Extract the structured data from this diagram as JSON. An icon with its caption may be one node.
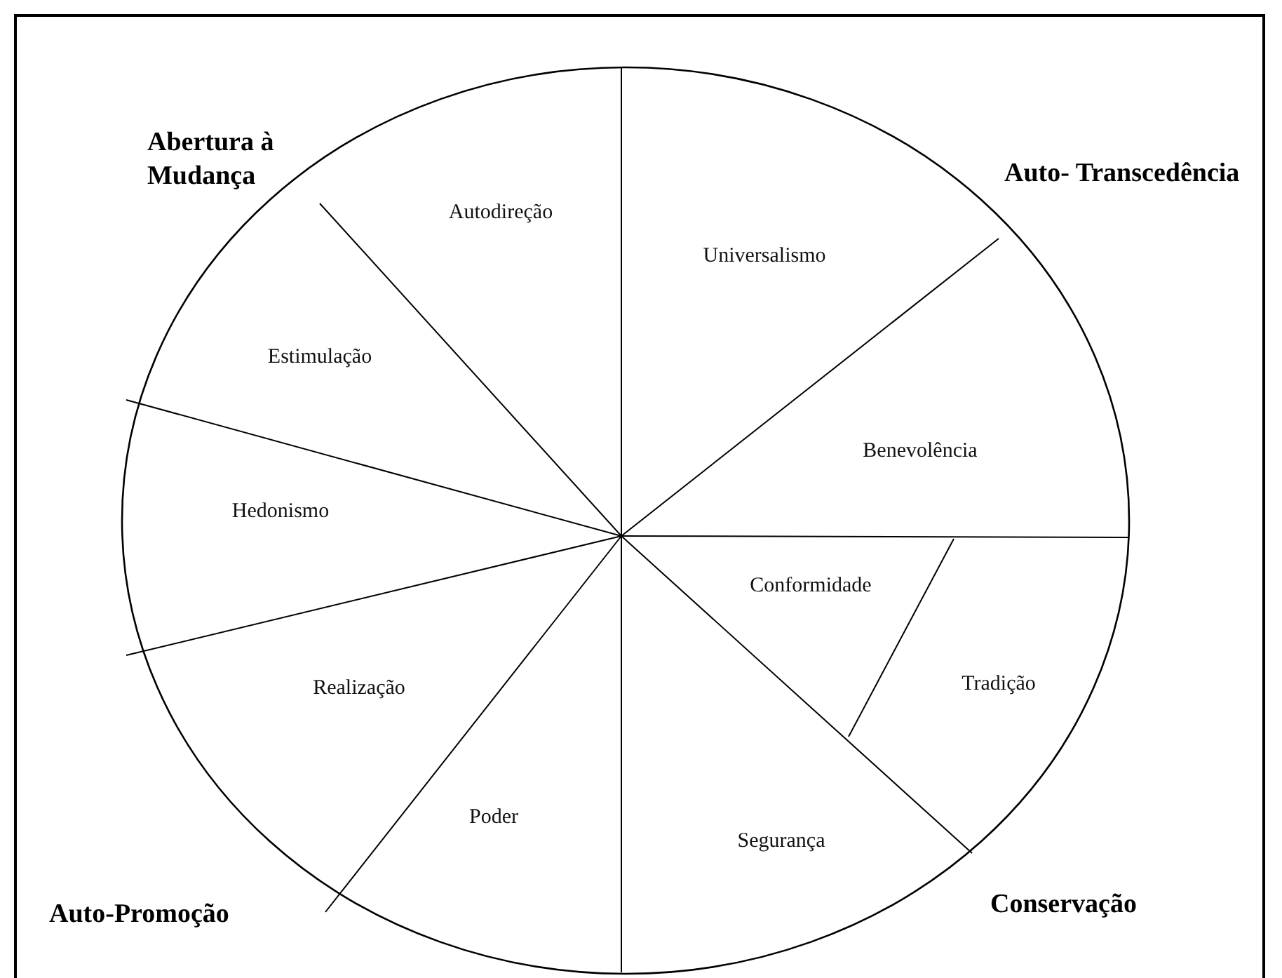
{
  "diagram": {
    "nodes": [
      {
        "text": [
          "Autodireção"
        ]
      },
      {
        "text": [
          "Universalismo"
        ]
      },
      {
        "text": [
          "Estimulação"
        ]
      },
      {
        "text": [
          "Benevolência"
        ]
      },
      {
        "text": [
          "Hedonismo"
        ]
      },
      {
        "text": [
          "Conformidade"
        ]
      },
      {
        "text": [
          "Tradição"
        ]
      },
      {
        "text": [
          "Realização"
        ]
      },
      {
        "text": [
          "Poder"
        ]
      },
      {
        "text": [
          "Segurança"
        ]
      }
    ],
    "labels": [
      "Abertura à Mudança",
      "Auto- Transcedência",
      "Auto-Promoção",
      "Conservação"
    ]
  }
}
